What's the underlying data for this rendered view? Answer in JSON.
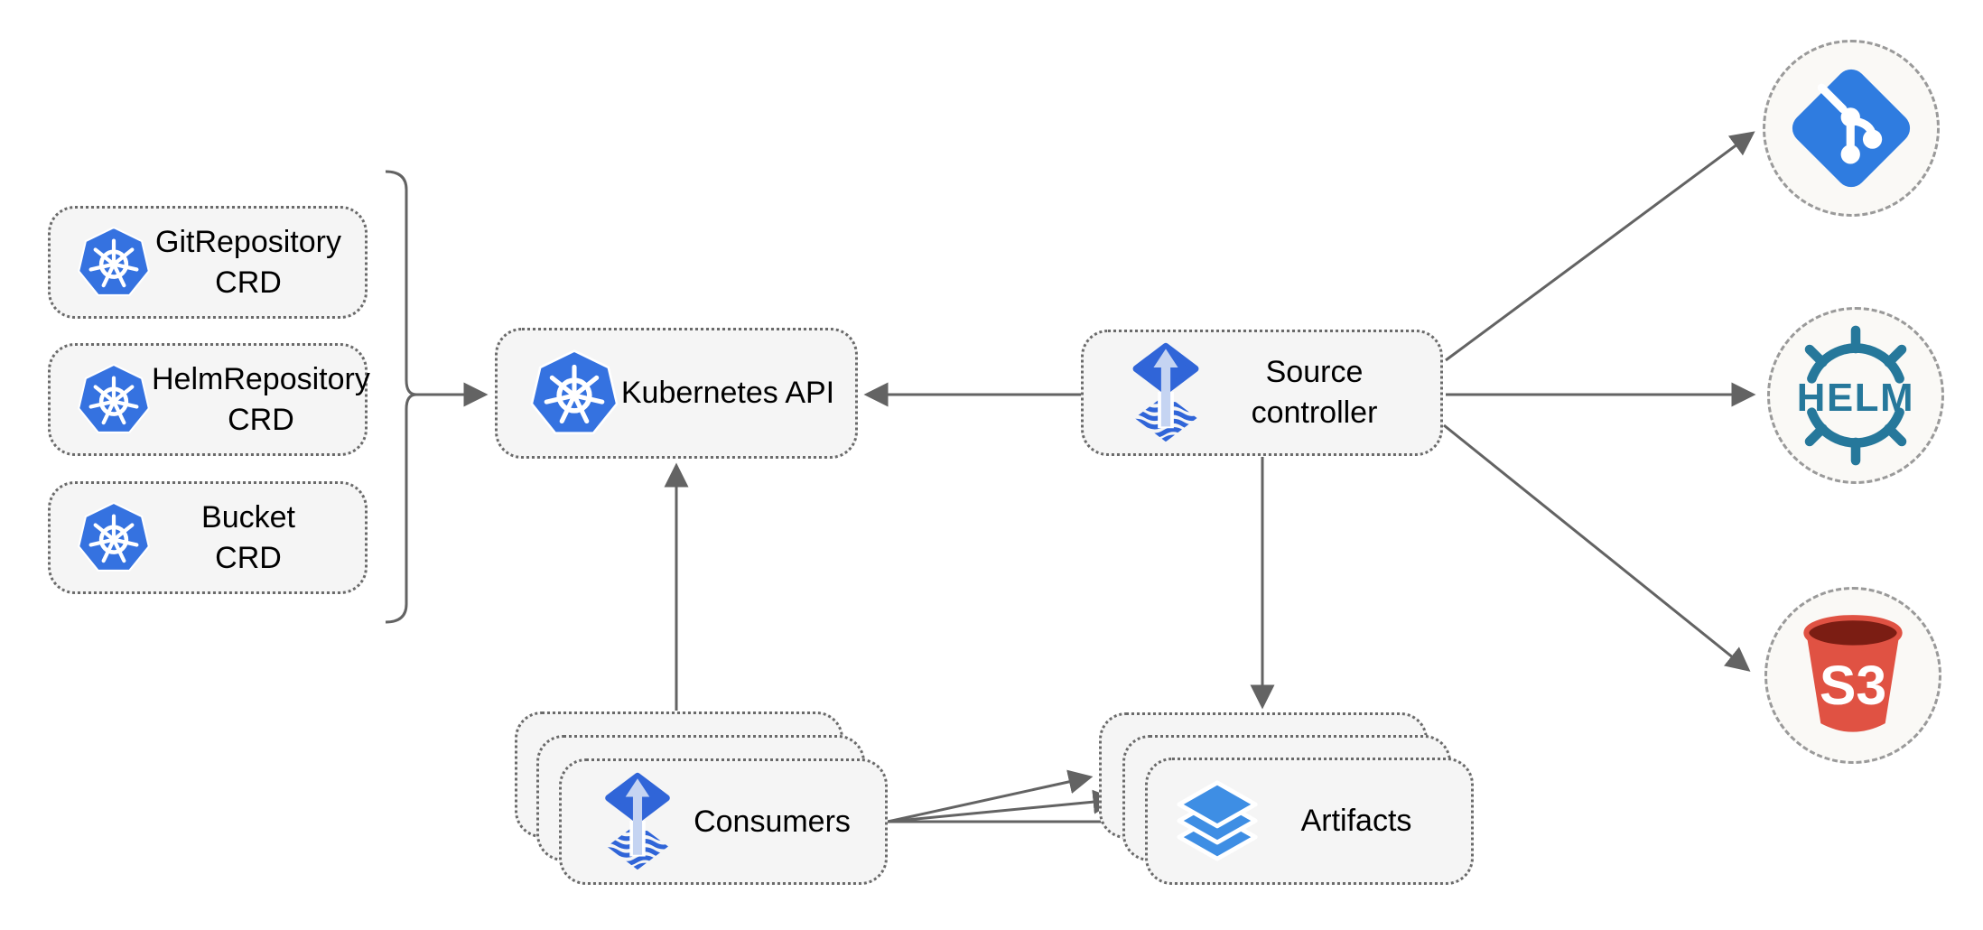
{
  "nodes": {
    "crd_boxes": [
      {
        "line1": "GitRepository",
        "line2": "CRD"
      },
      {
        "line1": "HelmRepository",
        "line2": "CRD"
      },
      {
        "line1": "Bucket",
        "line2": "CRD"
      }
    ],
    "kubernetes_api": {
      "label": "Kubernetes API"
    },
    "source_controller": {
      "line1": "Source",
      "line2": "controller"
    },
    "consumers": {
      "label": "Consumers"
    },
    "artifacts": {
      "label": "Artifacts"
    },
    "external": {
      "git": {
        "icon": "git-icon"
      },
      "helm": {
        "label": "HELM"
      },
      "s3": {
        "label": "S3"
      }
    }
  },
  "colors": {
    "kubernetes_blue": "#3572E0",
    "flux_blue": "#3065D8",
    "flux_arrow": "#C5D4F2",
    "git_blue": "#2F7CE0",
    "helm_teal": "#26789B",
    "s3_red": "#E05243",
    "s3_dark": "#7B1D13",
    "layers_blue": "#3E8EE4",
    "edge_gray": "#636363",
    "node_fill": "#F5F5F5",
    "node_border": "#6A6A6A",
    "circle_fill": "#FAF9F6",
    "circle_border": "#9A9A9A",
    "text": "#000000"
  }
}
